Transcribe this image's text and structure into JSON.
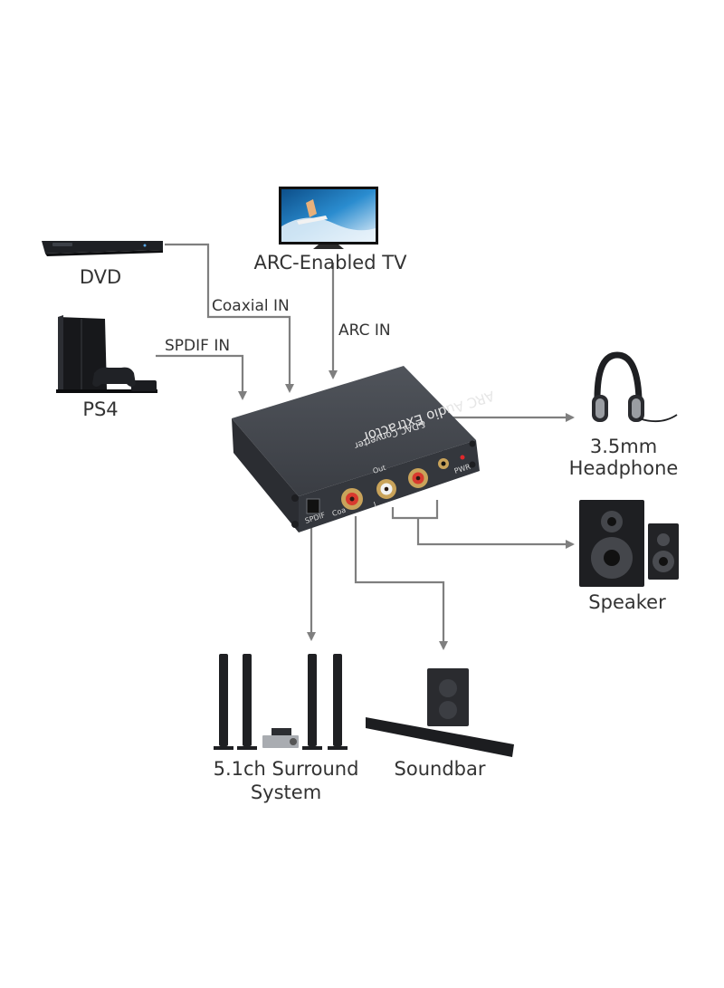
{
  "devices": {
    "dvd": "DVD",
    "ps4": "PS4",
    "tv": "ARC-Enabled TV",
    "headphone_line1": "3.5mm",
    "headphone_line2": "Headphone",
    "speaker": "Speaker",
    "surround_line1": "5.1ch Surround",
    "surround_line2": "System",
    "soundbar": "Soundbar"
  },
  "connections": {
    "coaxial_in": "Coaxial IN",
    "spdif_in": "SPDIF IN",
    "arc_in": "ARC IN"
  },
  "extractor": {
    "title": "ARC Audio Extractor",
    "subtitle": "&DAC Converter",
    "port_out": "Out",
    "port_spdif": "SPDIF",
    "port_coax": "Coa",
    "port_l": "L",
    "port_pwr": "PWR"
  },
  "colors": {
    "arrow": "#7f7f7f",
    "device_body": "#3b3e44",
    "text": "#333333",
    "pwr_led": "#e0282b"
  }
}
